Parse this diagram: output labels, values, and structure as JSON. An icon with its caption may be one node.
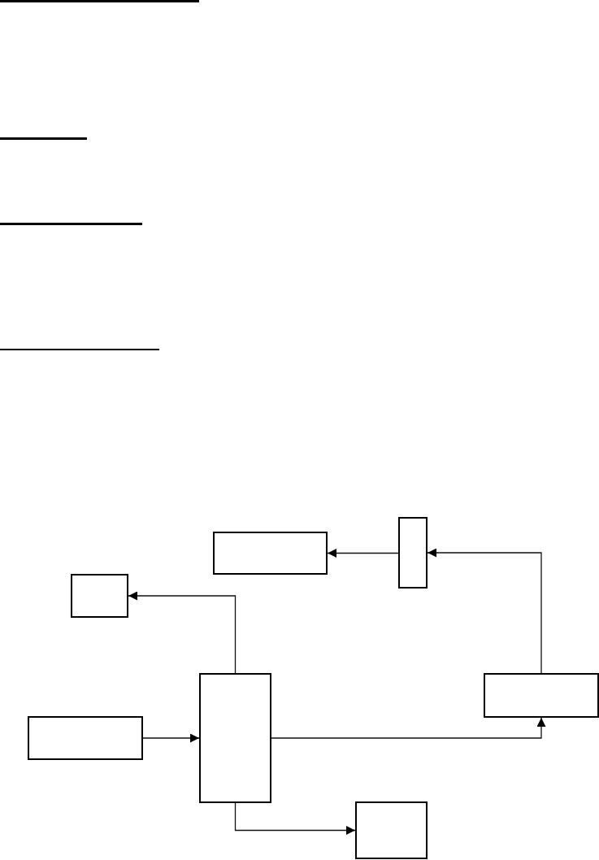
{
  "diagram": {
    "nodes": [
      {
        "text": [],
        "shape": "box"
      },
      {
        "text": [],
        "shape": "box"
      },
      {
        "text": [],
        "shape": "box"
      },
      {
        "text": [],
        "shape": "box"
      },
      {
        "text": [],
        "shape": "box"
      },
      {
        "text": [],
        "shape": "box"
      },
      {
        "text": [],
        "shape": "box"
      }
    ],
    "edges": [
      {
        "from": 3,
        "to": 4,
        "arrow": "to"
      },
      {
        "from": 4,
        "to": 2,
        "arrow": "to"
      },
      {
        "from": 4,
        "to": 5,
        "arrow": "to"
      },
      {
        "from": 4,
        "to": 6,
        "arrow": "to"
      },
      {
        "from": 5,
        "to": 1,
        "arrow": "to"
      },
      {
        "from": 1,
        "to": 0,
        "arrow": "to"
      }
    ]
  }
}
